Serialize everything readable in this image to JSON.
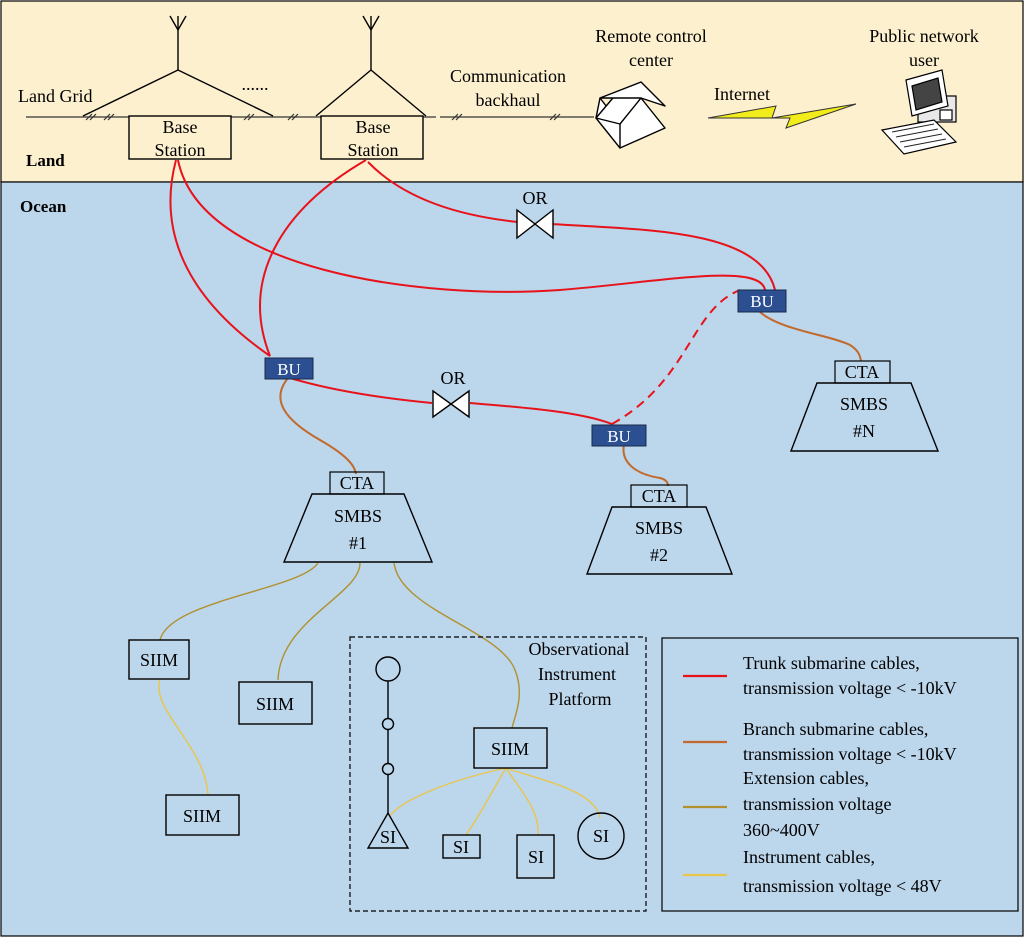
{
  "colors": {
    "land_bg": "#fdf0cf",
    "ocean_bg": "#bcd6ec",
    "trunk": "#e8121b",
    "branch": "#c16a2c",
    "extension": "#b0912e",
    "instrument": "#e9c64a",
    "bu_fill": "#2b4f91",
    "bolt": "#f2ec1c"
  },
  "regions": {
    "land": "Land",
    "ocean": "Ocean"
  },
  "land": {
    "land_grid": "Land Grid",
    "base_station_line1": "Base",
    "base_station_line2": "Station",
    "ellipsis": "......",
    "comm_backhaul_line1": "Communication",
    "comm_backhaul_line2": "backhaul",
    "remote_center_line1": "Remote control",
    "remote_center_line2": "center",
    "internet": "Internet",
    "public_user_line1": "Public network",
    "public_user_line2": "user"
  },
  "ocean": {
    "or_label": "OR",
    "bu_label": "BU",
    "cta_label": "CTA",
    "smbs_label": "SMBS",
    "smbs_ids": [
      "#1",
      "#2",
      "#N"
    ],
    "siim_label": "SIIM",
    "si_label": "SI",
    "platform_line1": "Observational",
    "platform_line2": "Instrument",
    "platform_line3": "Platform"
  },
  "legend": [
    {
      "lines": [
        "Trunk submarine cables,",
        "transmission voltage < -10kV"
      ],
      "color": "#e8121b"
    },
    {
      "lines": [
        "Branch submarine cables,",
        "transmission voltage < -10kV"
      ],
      "color": "#c16a2c"
    },
    {
      "lines": [
        "Extension cables,",
        "transmission voltage",
        "360~400V"
      ],
      "color": "#b0912e"
    },
    {
      "lines": [
        "Instrument cables,",
        "transmission voltage < 48V"
      ],
      "color": "#e9c64a"
    }
  ]
}
